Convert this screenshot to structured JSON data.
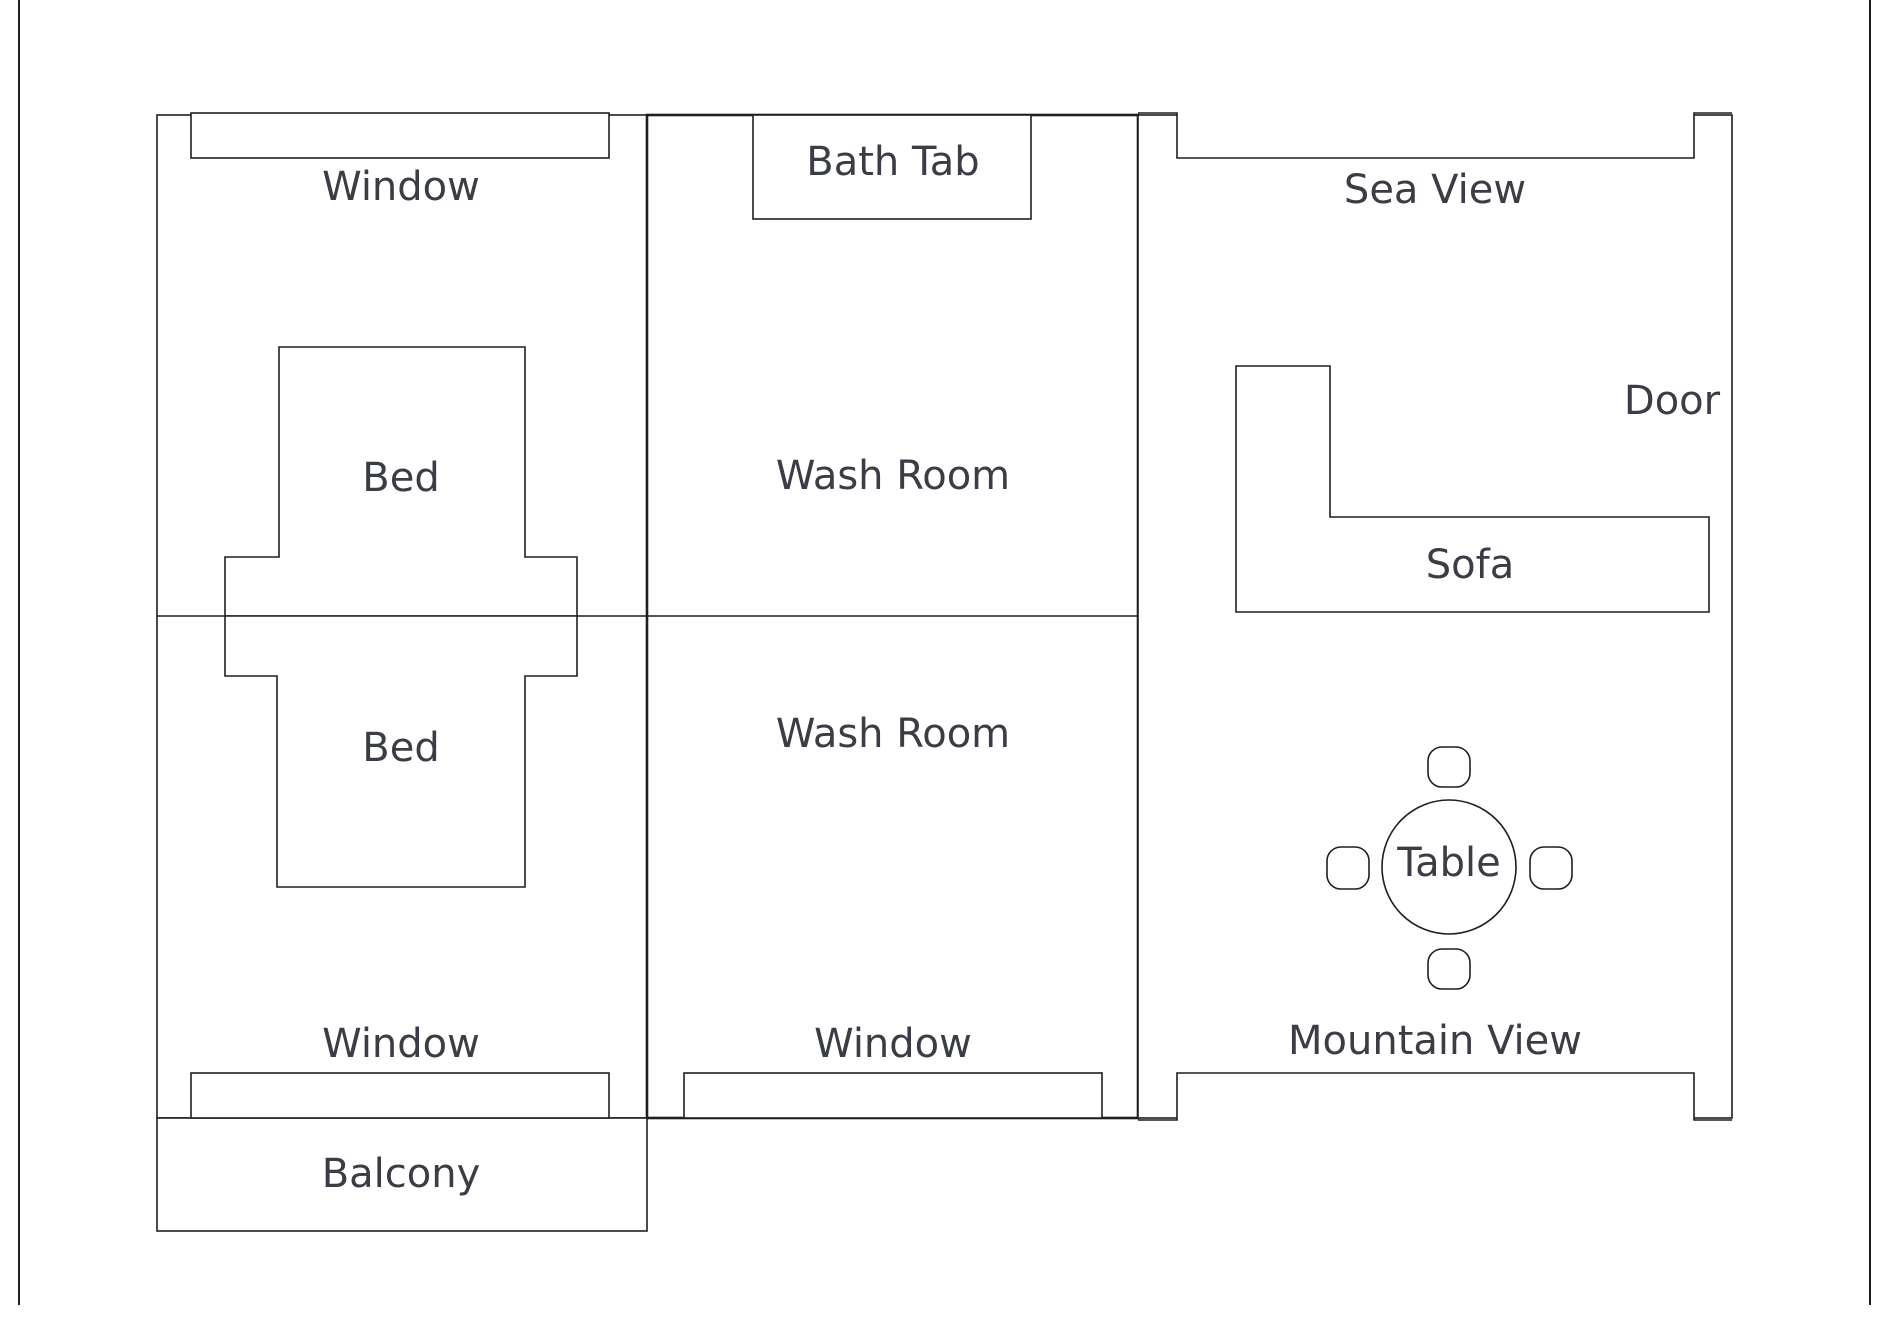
{
  "labels": {
    "window_bedroom_top": "Window",
    "bath_tab": "Bath Tab",
    "sea_view": "Sea View",
    "door": "Door",
    "bed_upper": "Bed",
    "wash_room_upper": "Wash Room",
    "sofa": "Sofa",
    "bed_lower": "Bed",
    "wash_room_lower": "Wash Room",
    "table": "Table",
    "window_bedroom_bottom": "Window",
    "window_washroom_bottom": "Window",
    "mountain_view": "Mountain View",
    "balcony": "Balcony"
  }
}
